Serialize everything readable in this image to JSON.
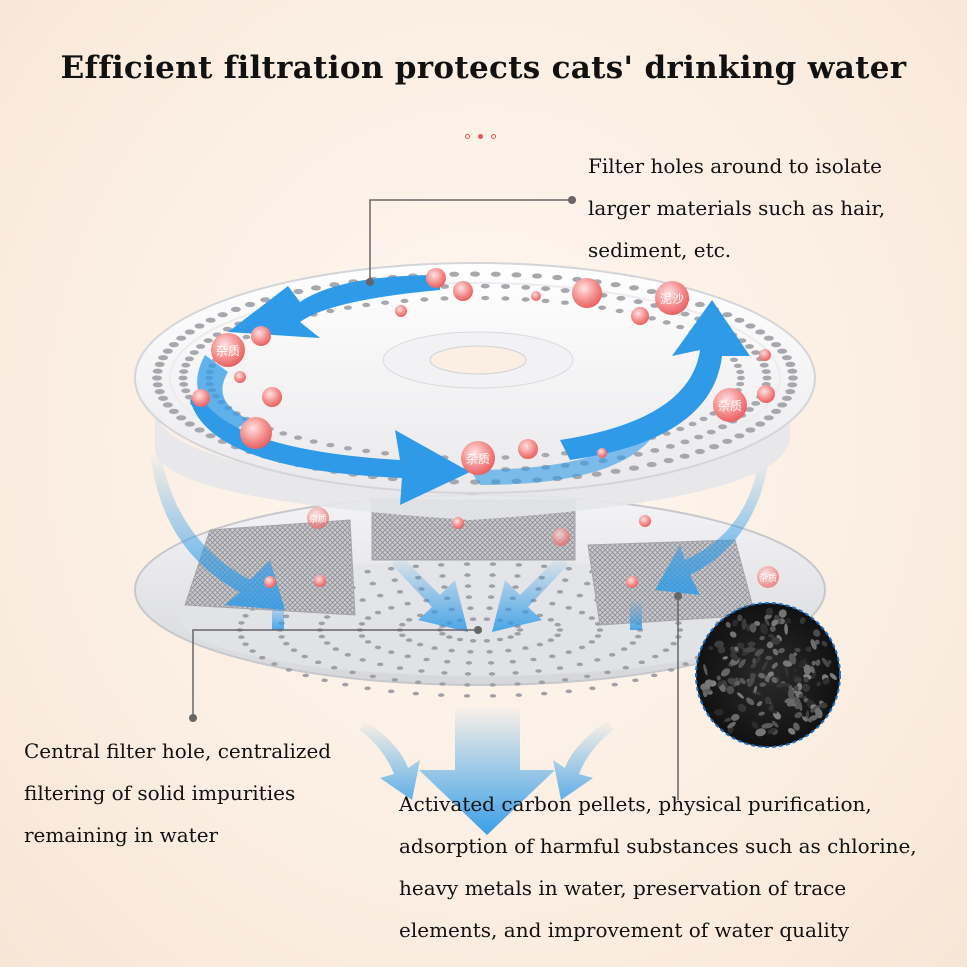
{
  "title": "Efficient filtration protects cats' drinking water",
  "callouts": {
    "top": {
      "lines": [
        "Filter holes around to isolate",
        "larger materials such as hair,",
        "sediment, etc."
      ]
    },
    "left": {
      "lines": [
        "Central filter hole, centralized",
        "filtering of solid impurities",
        "remaining in water"
      ]
    },
    "right": {
      "lines": [
        "Activated carbon pellets, physical purification,",
        "adsorption of harmful substances such as chlorine,",
        "heavy metals in water, preservation of trace",
        "elements, and improvement of water quality"
      ]
    }
  },
  "bubble_labels": {
    "impurity": "杂质",
    "sediment": "泥沙"
  },
  "colors": {
    "background": "#fbefe4",
    "arrow_blue": "#2f9be8",
    "bubble_red": "#ef7373",
    "accent_dot": "#e05757"
  }
}
